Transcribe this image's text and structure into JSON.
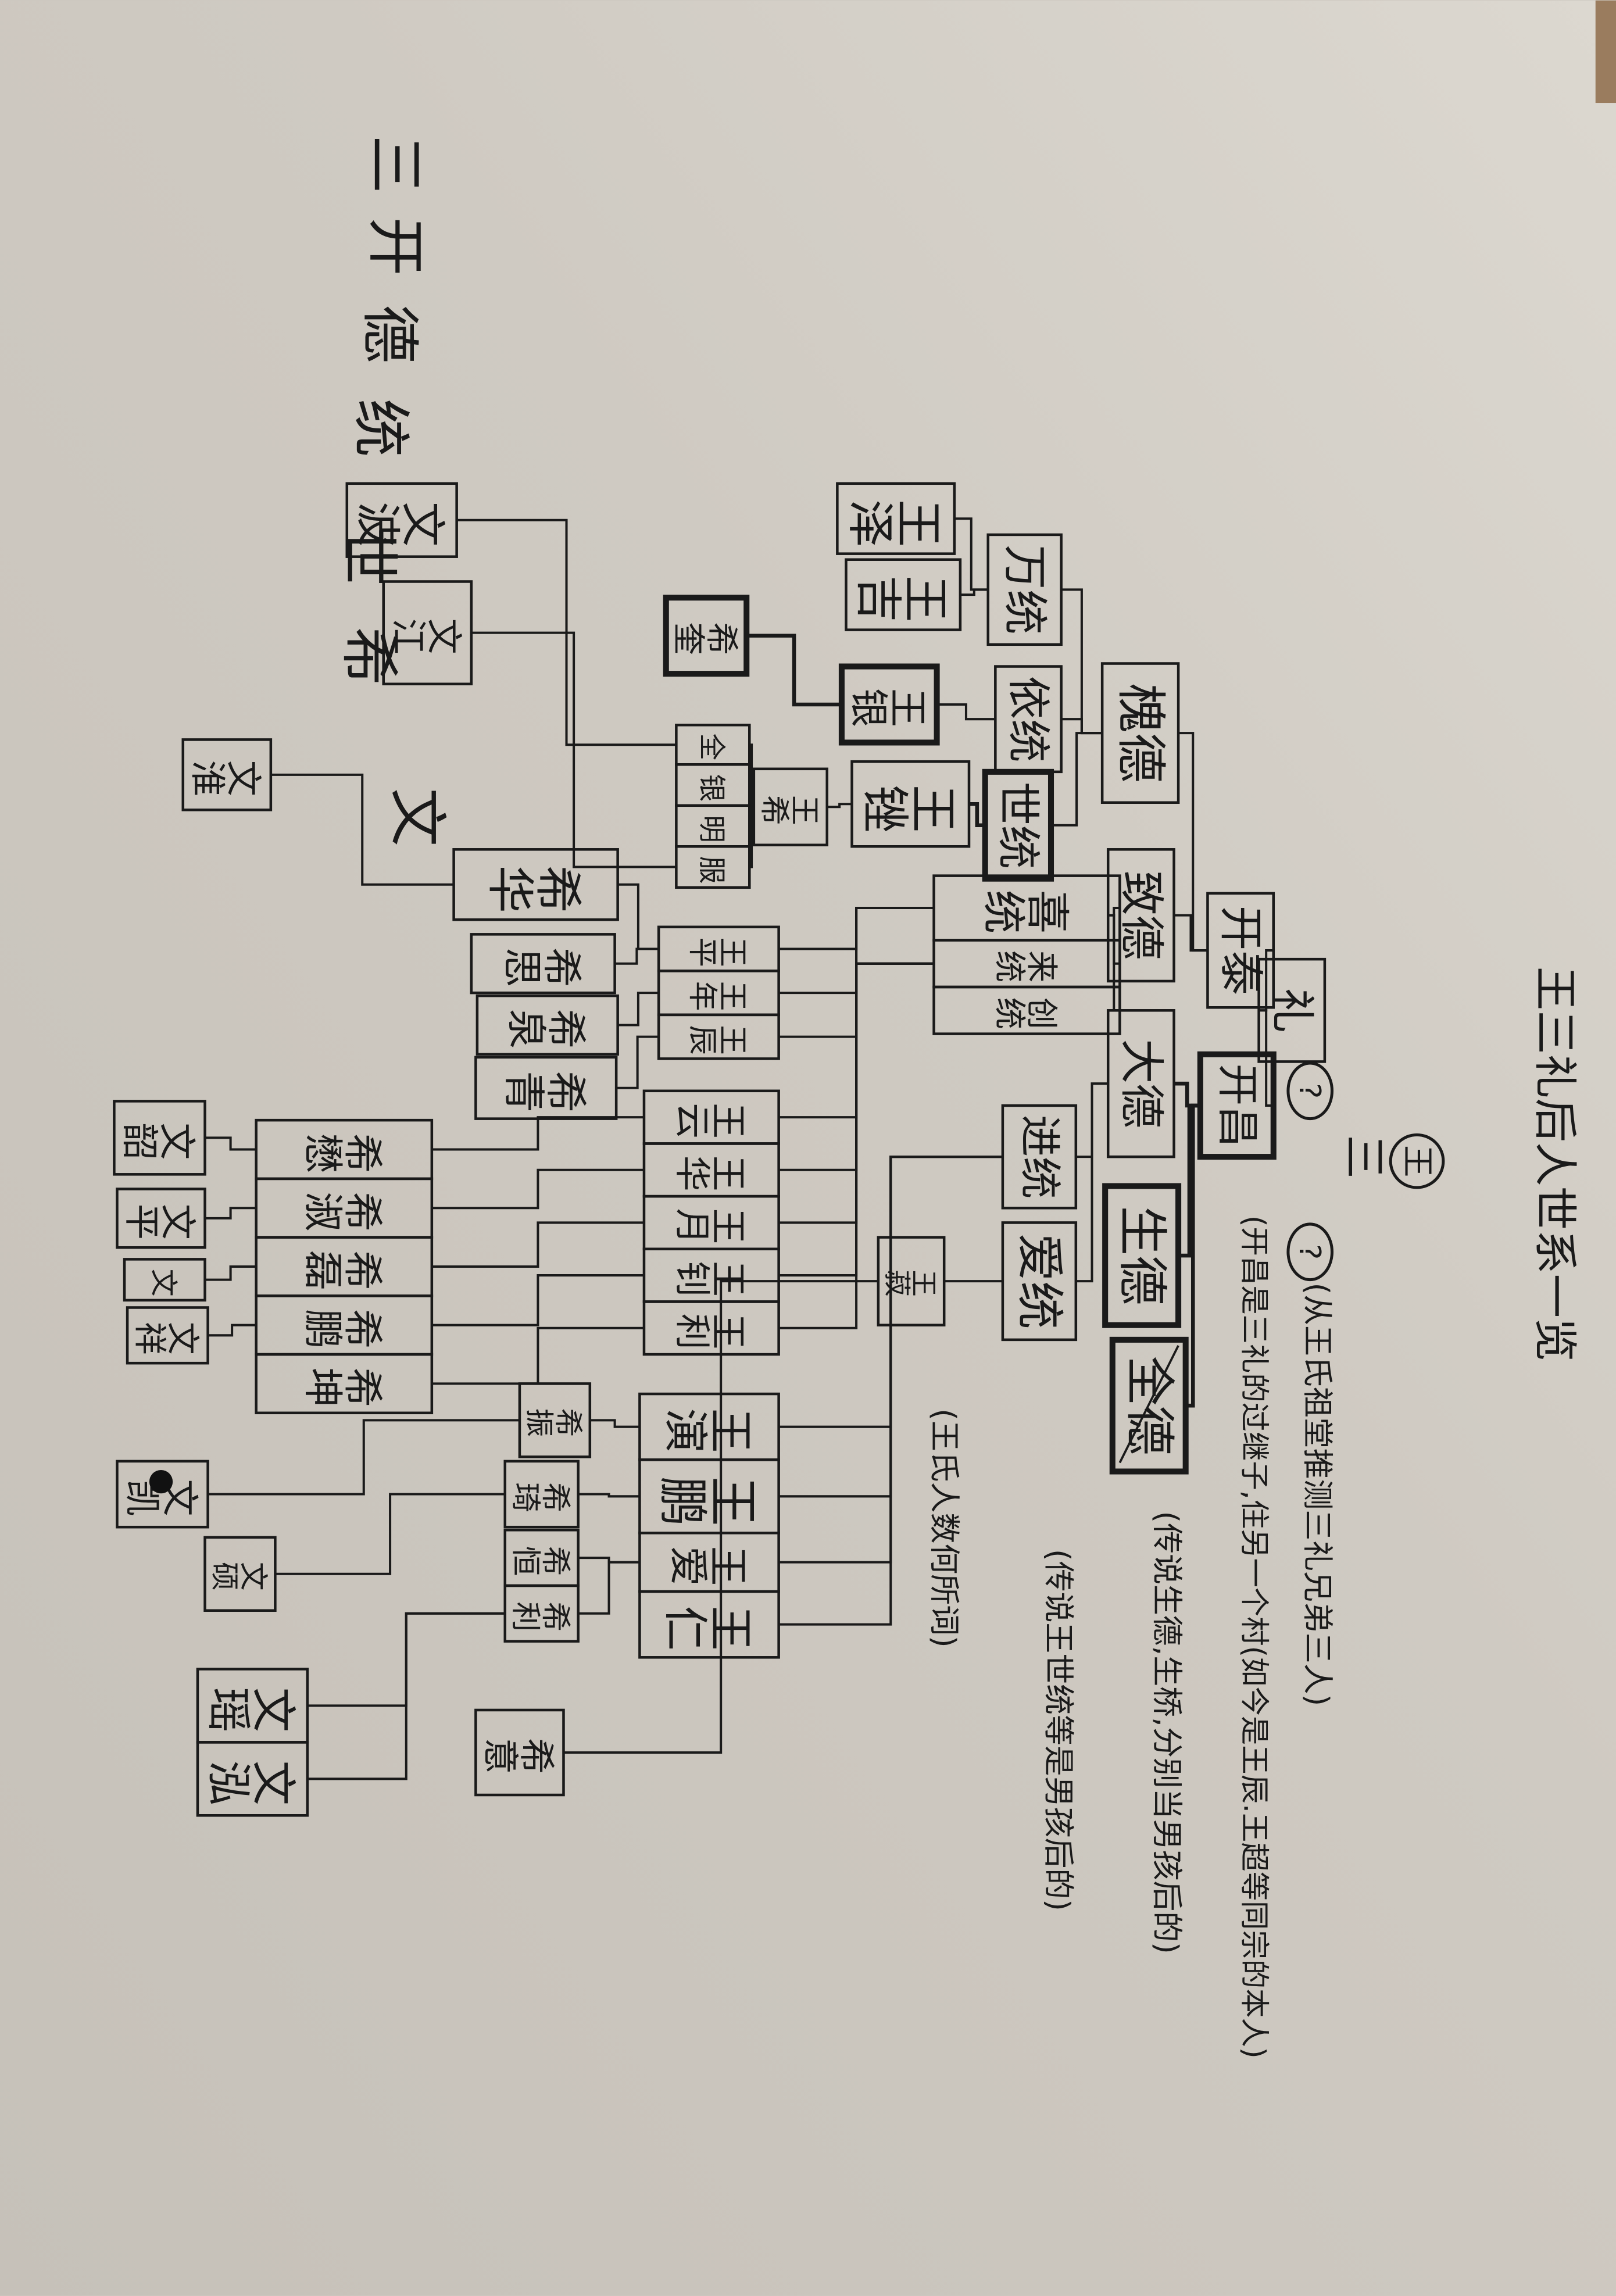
{
  "title": "王三礼后人世系一览",
  "header": {
    "circled": "王",
    "san": "三",
    "q1": "?",
    "q2": "?"
  },
  "notes": [
    "(从王氏祖堂推测三礼兄弟三人)",
    "(开昌是三礼的过继子,住另一个村(如今是王辰.王超等同宗的本人)",
    "(传说生德,生桥,分别当男孩后的)",
    "(传说王世统等是男孩后的)",
    "(王氏人数何所词)"
  ],
  "generations": [
    "三",
    "开",
    "德",
    "统",
    "世",
    "希",
    "文"
  ],
  "nodes": [
    {
      "id": "li",
      "label": "礼",
      "parent": null
    },
    {
      "id": "kaitai",
      "label": "开泰",
      "parent": "li"
    },
    {
      "id": "kaichang",
      "label": "开昌",
      "parent": "li"
    },
    {
      "id": "huaide",
      "label": "槐德",
      "parent": "kaitai"
    },
    {
      "id": "zhide",
      "label": "致德",
      "parent": "kaitai"
    },
    {
      "id": "dade",
      "label": "大德",
      "parent": "kaichang"
    },
    {
      "id": "shengde",
      "label": "生德",
      "parent": "kaichang"
    },
    {
      "id": "quande",
      "label": "全德",
      "parent": "kaichang"
    },
    {
      "id": "wantong",
      "label": "万统",
      "parent": "huaide"
    },
    {
      "id": "yitong",
      "label": "依统",
      "parent": "huaide"
    },
    {
      "id": "shitong",
      "label": "世统",
      "parent": "huaide"
    },
    {
      "id": "xitong",
      "label": "喜统",
      "parent": "zhide"
    },
    {
      "id": "laitong",
      "label": "来统",
      "parent": "zhide"
    },
    {
      "id": "chuangtong",
      "label": "创统",
      "parent": "zhide"
    },
    {
      "id": "jintong",
      "label": "进统",
      "parent": "dade"
    },
    {
      "id": "aitong",
      "label": "爱统",
      "parent": "dade"
    },
    {
      "id": "wangze",
      "label": "王泽",
      "parent": "wantong"
    },
    {
      "id": "wangji",
      "label": "王吉",
      "parent": "wantong"
    },
    {
      "id": "wangyin",
      "label": "王银",
      "parent": "yitong"
    },
    {
      "id": "wangcuo",
      "label": "王锉",
      "parent": "shitong"
    },
    {
      "id": "wangshu",
      "label": "王菽",
      "parent": "aitong"
    },
    {
      "id": "xikui",
      "label": "希奎",
      "parent": "wangyin"
    },
    {
      "id": "wangxi",
      "label": "王希",
      "parent": "wangcuo"
    },
    {
      "id": "c_quan",
      "label": "全",
      "parent": "wangxi"
    },
    {
      "id": "c_yin",
      "label": "银",
      "parent": "wangxi"
    },
    {
      "id": "c_ming",
      "label": "明",
      "parent": "wangxi"
    },
    {
      "id": "c_fu",
      "label": "服",
      "parent": "wangxi"
    },
    {
      "id": "wenbo",
      "label": "文波",
      "parent": "c_quan"
    },
    {
      "id": "wenjiang",
      "label": "文江",
      "parent": "c_fu"
    },
    {
      "id": "wangping",
      "label": "王平",
      "parent": "xitong"
    },
    {
      "id": "wangnian",
      "label": "王年",
      "parent": "xitong"
    },
    {
      "id": "wangchen",
      "label": "王辰",
      "parent": "xitong"
    },
    {
      "id": "xihua",
      "label": "希华",
      "parent": "wangping"
    },
    {
      "id": "xisi",
      "label": "希思",
      "parent": "wangping"
    },
    {
      "id": "xiquan",
      "label": "希泉",
      "parent": "wangnian"
    },
    {
      "id": "xiqing",
      "label": "希青",
      "parent": "wangchen"
    },
    {
      "id": "wenhuai",
      "label": "文淮",
      "parent": "xihua"
    },
    {
      "id": "wangyun",
      "label": "王云",
      "parent": "laitong"
    },
    {
      "id": "wanghua",
      "label": "王华",
      "parent": "laitong"
    },
    {
      "id": "wangyue",
      "label": "王月",
      "parent": "laitong"
    },
    {
      "id": "wangzhao",
      "label": "王钊",
      "parent": "laitong"
    },
    {
      "id": "wangli",
      "label": "王利",
      "parent": "laitong"
    },
    {
      "id": "ximao",
      "label": "希懋",
      "parent": "wangyun"
    },
    {
      "id": "xishu",
      "label": "希淑",
      "parent": "wanghua"
    },
    {
      "id": "xilei",
      "label": "希磊",
      "parent": "wangyue"
    },
    {
      "id": "xipeng",
      "label": "希鹏",
      "parent": "wangzhao"
    },
    {
      "id": "xikun",
      "label": "希坤",
      "parent": "wangli"
    },
    {
      "id": "wenshao",
      "label": "文韶",
      "parent": "ximao"
    },
    {
      "id": "wenping",
      "label": "文平",
      "parent": "xishu"
    },
    {
      "id": "wen",
      "label": "文",
      "parent": "xilei"
    },
    {
      "id": "wenxiang",
      "label": "文祥",
      "parent": "xipeng"
    },
    {
      "id": "wangyan",
      "label": "王演",
      "parent": "jintong"
    },
    {
      "id": "wangpeng",
      "label": "王鹏",
      "parent": "jintong"
    },
    {
      "id": "wangai",
      "label": "王爱",
      "parent": "jintong"
    },
    {
      "id": "wangren",
      "label": "王仁",
      "parent": "jintong"
    },
    {
      "id": "xizhen",
      "label": "希振",
      "parent": "wangyan"
    },
    {
      "id": "xiqi",
      "label": "希琦",
      "parent": "wangpeng"
    },
    {
      "id": "xiheng",
      "label": "希恒",
      "parent": "wangai"
    },
    {
      "id": "xili",
      "label": "希利",
      "parent": "wangai"
    },
    {
      "id": "xiyi",
      "label": "希意",
      "parent": "wangshu"
    },
    {
      "id": "wenkai",
      "label": "文凯",
      "parent": "xizhen"
    },
    {
      "id": "wenshuo",
      "label": "文硕",
      "parent": "xiqi"
    },
    {
      "id": "wenyao",
      "label": "文瑶",
      "parent": "xili"
    },
    {
      "id": "wenhong",
      "label": "文泓",
      "parent": "xili"
    }
  ]
}
